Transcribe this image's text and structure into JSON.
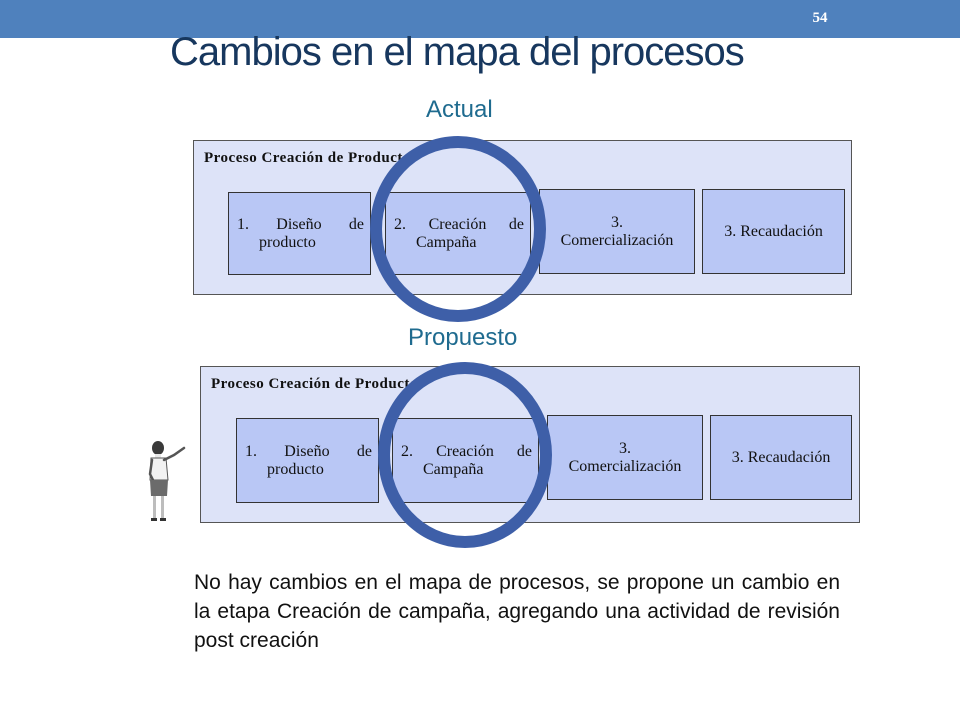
{
  "slide_number": "54",
  "title": "Cambios en el mapa del procesos",
  "actual": {
    "label": "Actual",
    "process_title": "Proceso Creación de Producto",
    "steps": [
      {
        "line1": "1.    Diseño de",
        "line2": "producto"
      },
      {
        "line1": "2.    Creación de",
        "line2": "Campaña"
      },
      {
        "line1": "3.",
        "line2": "Comercialización"
      },
      {
        "line1": "3. Recaudación"
      }
    ]
  },
  "propuesto": {
    "label": "Propuesto",
    "process_title": "Proceso Creación de Producto",
    "steps": [
      {
        "line1": "1.    Diseño de",
        "line2": "producto"
      },
      {
        "line1": "2.    Creación de",
        "line2": "Campaña"
      },
      {
        "line1": "3.",
        "line2": "Comercialización"
      },
      {
        "line1": "3. Recaudación"
      }
    ]
  },
  "body_text": "No hay cambios en el mapa de procesos, se propone un cambio en la etapa Creación de campaña, agregando una actividad de revisión post creación",
  "colors": {
    "topbar": "#4f81bd",
    "title": "#17375e",
    "section_label": "#1f6b8f",
    "process_bg": "#dde3f8",
    "step_bg": "#b9c7f5",
    "highlight_circle": "#3e5fa8"
  }
}
